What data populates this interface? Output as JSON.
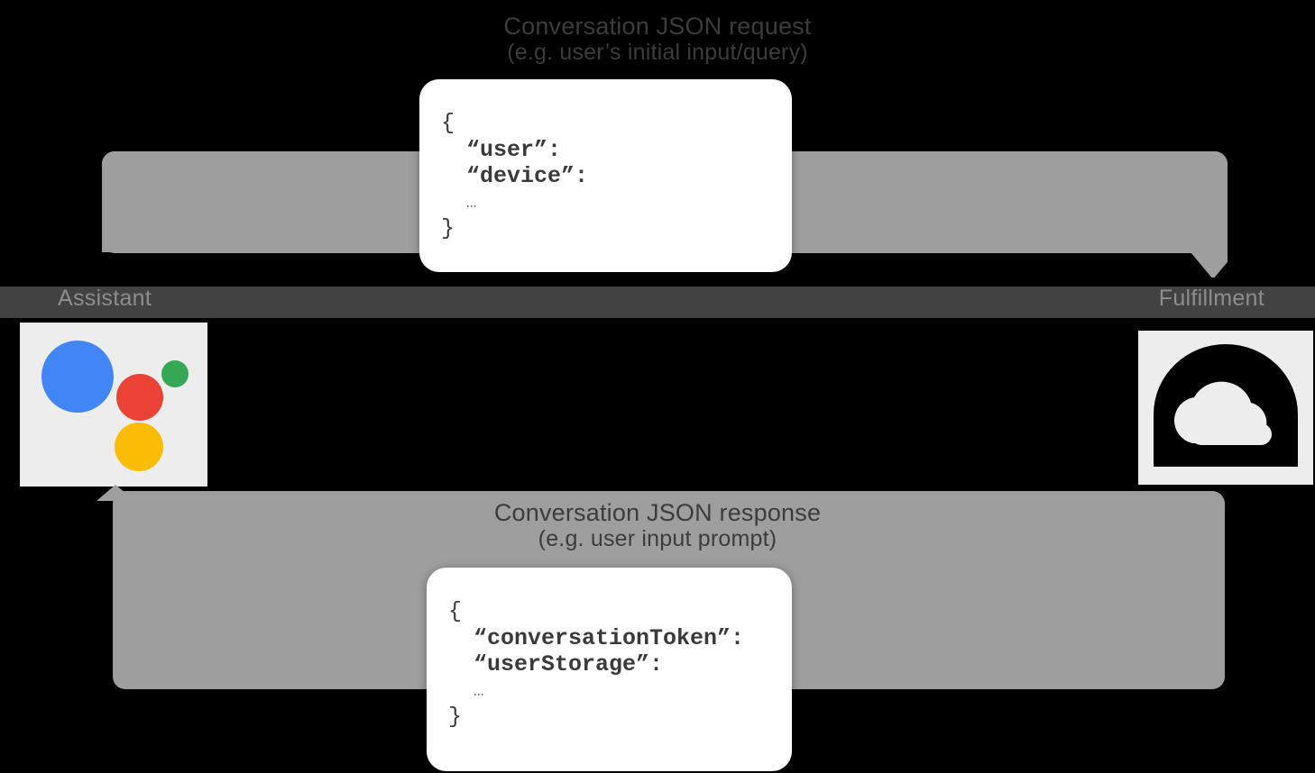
{
  "diagram": {
    "title": "Google Assistant conversation request/response flow",
    "background_color": "#000000",
    "band_color": "#9e9e9e",
    "dark_band_color": "#424242",
    "card_color": "#ffffff"
  },
  "top_caption": {
    "line1": "Conversation JSON request",
    "line2": "(e.g. user’s initial input/query)"
  },
  "bottom_caption": {
    "line1": "Conversation JSON response",
    "line2": "(e.g. user input prompt)"
  },
  "request_card": {
    "open_brace": "{",
    "key_user": "“user”:",
    "key_device": "“device”:",
    "ellipsis": "…",
    "close_brace": "}"
  },
  "response_card": {
    "open_brace": "{",
    "key_conversation_token": "“conversationToken”:",
    "key_user_storage": "“userStorage”:",
    "ellipsis": "…",
    "close_brace": "}"
  },
  "band_labels": {
    "left": "Assistant",
    "right": "Fulfillment"
  },
  "icons": {
    "assistant": {
      "name": "google-assistant-logo",
      "colors": {
        "blue": "#4285F4",
        "red": "#EA4335",
        "yellow": "#FBBC05",
        "green": "#34A853"
      }
    },
    "cloud": {
      "name": "cloud-functions-icon",
      "color": "#000000",
      "tile_color": "#ededed"
    }
  },
  "flow": {
    "request_direction": "left-to-right",
    "response_direction": "right-to-left"
  }
}
